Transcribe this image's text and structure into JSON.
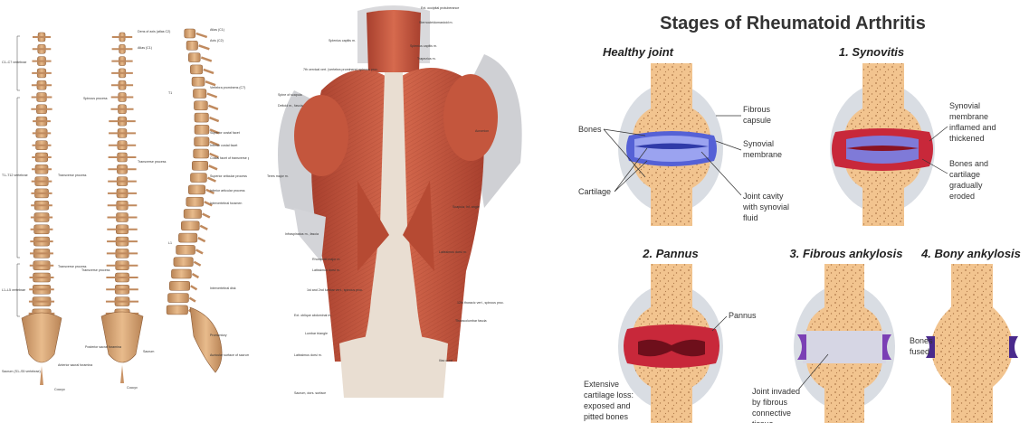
{
  "spine": {
    "left_labels": [
      "C1–C7 vertebrae",
      "T1–T12 vertebrae",
      "L1–L5 vertebrae",
      "Sacrum (S1–S5 vertebrae)",
      "Coccyx"
    ],
    "col1_labels": [
      "Transverse process",
      "Transverse process",
      "Anterior sacral foramina",
      "Coccyx"
    ],
    "col2_labels": [
      "Dens of axis (atlas C2)",
      "Atlas (C1)",
      "Spinous process",
      "Transverse process",
      "Transverse process",
      "Posterior sacral foramina",
      "Sacrum",
      "Coccyx"
    ],
    "col3_labels": [
      "Atlas (C1)",
      "Axis (C2)",
      "Vertebra prominens (C7)",
      "T1",
      "Superior costal facet",
      "Inferior costal facet",
      "Costal facet of transverse process",
      "Superior articular process",
      "Inferior articular process",
      "Intervertebral foramen",
      "L1",
      "Intervertebral disk",
      "Promontory",
      "Auricular surface of sacrum"
    ]
  },
  "muscles": {
    "labels": [
      "Ext. occipital protuberance",
      "Sternocleidomastoid m.",
      "Splenius capitis m.",
      "Splenius capitis m.",
      "Trapezius m.",
      "7th cervical vert. (vertebra prominens) spinous proc.",
      "Spine of scapula",
      "Deltoid m., fascia",
      "Acromion",
      "Teres major m.",
      "Scapula, inf. angle",
      "Infraspinatus m., fascia",
      "Rhomboid major m.",
      "Latissimus dorsi m.",
      "Latissimus dorsi m.",
      "1st and 2nd lumbar vert., spinous proc.",
      "12th thoracic vert., spinous proc.",
      "Ext. oblique abdominal m.",
      "Thoracolumbar fascia",
      "Lumbar triangle",
      "Iliac crest",
      "Latissimus dorsi m.",
      "Sacrum, dors. surface"
    ]
  },
  "ra": {
    "title": "Stages of Rheumatoid Arthritis",
    "stages": [
      "Healthy joint",
      "1. Synovitis",
      "2. Pannus",
      "3. Fibrous ankylosis",
      "4. Bony ankylosis"
    ],
    "healthy": {
      "bones": "Bones",
      "cartilage": "Cartilage",
      "capsule": [
        "Fibrous",
        "capsule"
      ],
      "membrane": [
        "Synovial",
        "membrane"
      ],
      "cavity": [
        "Joint cavity",
        "with synovial",
        "fluid"
      ]
    },
    "synovitis": {
      "membrane": [
        "Synovial",
        "membrane",
        "inflamed and",
        "thickened"
      ],
      "eroded": [
        "Bones and",
        "cartilage",
        "gradually",
        "eroded"
      ]
    },
    "pannus": {
      "label": "Pannus",
      "loss": [
        "Extensive",
        "cartilage loss:",
        "exposed and",
        "pitted bones"
      ]
    },
    "fibrous": {
      "invaded": [
        "Joint invaded",
        "by fibrous",
        "connective",
        "tissue"
      ]
    },
    "bony": {
      "fused": [
        "Bones",
        "fused"
      ]
    }
  },
  "colors": {
    "bone": "#f2c48f",
    "bone_dots": "#b07a4a",
    "capsule": "#d9dde3",
    "synovial": "#5561d6",
    "inflamed": "#c8283a",
    "muscle": "#c8563e",
    "fascia": "#e8ddd0",
    "spine_bone": "#d9a578"
  }
}
